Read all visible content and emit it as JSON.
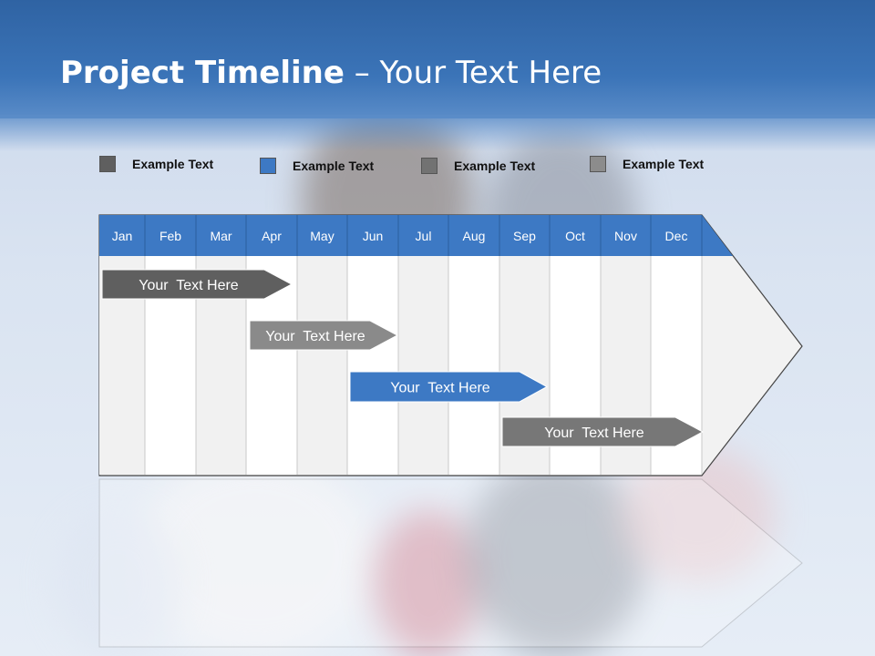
{
  "slide": {
    "title_bold": "Project Timeline",
    "title_rest": " – Your Text Here"
  },
  "legend": [
    {
      "label": "Example Text",
      "color": "#5f5f5f"
    },
    {
      "label": "Example Text",
      "color": "#3d79c4"
    },
    {
      "label": "Example Text",
      "color": "#727272"
    },
    {
      "label": "Example Text",
      "color": "#8c8c8c"
    }
  ],
  "timeline": {
    "months": [
      "Jan",
      "Feb",
      "Mar",
      "Apr",
      "May",
      "Jun",
      "Jul",
      "Aug",
      "Sep",
      "Oct",
      "Nov",
      "Dec"
    ],
    "header_color": "#3d79c4",
    "tasks": [
      {
        "label": "Your  Text Here",
        "color": "#5f5f5f"
      },
      {
        "label": "Your  Text Here",
        "color": "#8a8a8a"
      },
      {
        "label": "Your  Text Here",
        "color": "#3d79c4"
      },
      {
        "label": "Your  Text Here",
        "color": "#777777"
      }
    ]
  }
}
